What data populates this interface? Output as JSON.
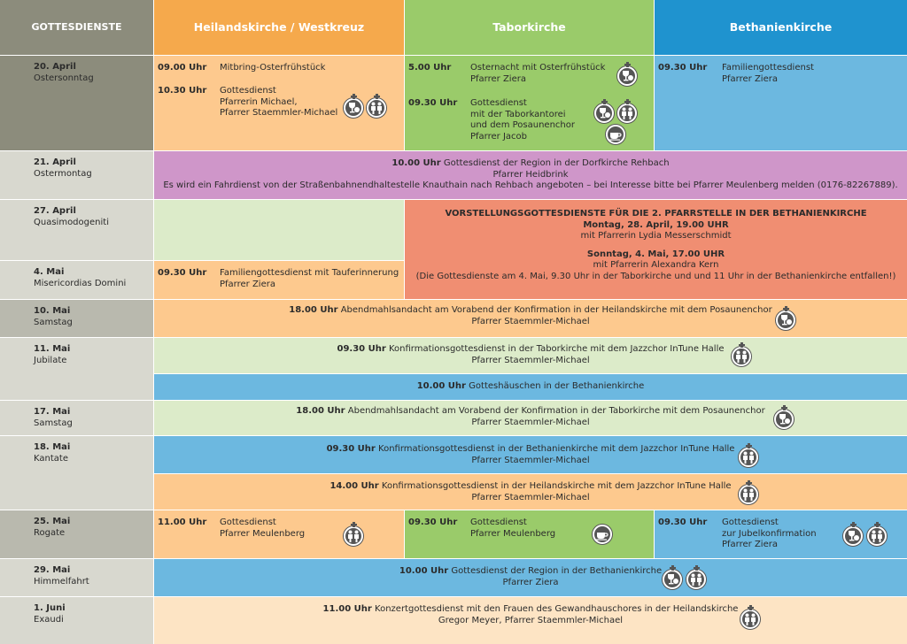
{
  "colors": {
    "orange": "#f5a94c",
    "orange_light": "#fdc98e",
    "green": "#9acb6a",
    "green_light": "#dcebc9",
    "blue": "#1f93cf",
    "blue_light": "#6cb8e0",
    "gray": "#8c8c7c",
    "gray_light": "#d8d8cf",
    "gray_mid": "#b9b9ae",
    "purple": "#cf96c9",
    "salmon": "#f08e72",
    "peach": "#fde4c4"
  },
  "header": {
    "title": "GOTTESDIENSTE",
    "col1": "Heilandskirche / Westkreuz",
    "col2": "Taborkirche",
    "col3": "Bethanienkirche"
  },
  "rows": {
    "r1": {
      "date": "20. April",
      "sunday": "Ostersonntag",
      "h1": {
        "time": "09.00 Uhr",
        "desc": "Mitbring-Osterfrühstück"
      },
      "h2": {
        "time": "10.30 Uhr",
        "l1": "Gottesdienst",
        "l2": "Pfarrerin Michael,",
        "l3": "Pfarrer Staemmler-Michael"
      },
      "t1": {
        "time": "5.00 Uhr",
        "l1": "Osternacht mit Osterfrühstück",
        "l2": "Pfarrer Ziera"
      },
      "t2": {
        "time": "09.30 Uhr",
        "l1": "Gottesdienst",
        "l2": "mit der Taborkantorei",
        "l3": "und dem Posaunenchor",
        "l4": "Pfarrer Jacob"
      },
      "b1": {
        "time": "09.30 Uhr",
        "l1": "Familiengottesdienst",
        "l2": "Pfarrer Ziera"
      }
    },
    "r2": {
      "date": "21. April",
      "sunday": "Ostermontag",
      "time": "10.00 Uhr",
      "l1": " Gottesdienst der Region in der Dorfkirche Rehbach",
      "l2": "Pfarrer Heidbrink",
      "l3": "Es wird ein Fahrdienst von der Straßenbahnendhaltestelle Knauthain nach Rehbach angeboten – bei Interesse bitte bei Pfarrer Meulenberg melden (0176-82267889)."
    },
    "r3": {
      "date": "27. April",
      "sunday": "Quasimodogeniti",
      "title": "VORSTELLUNGSGOTTESDIENSTE FÜR DIE  2. PFARRSTELLE IN DER BETHANIENKIRCHE",
      "d1": "Montag, 28. April, 19.00 UHR",
      "p1": "mit Pfarrerin Lydia Messerschmidt",
      "d2": "Sonntag, 4. Mai, 17.00 UHR",
      "p2": "mit Pfarrerin Alexandra Kern",
      "note": "(Die Gottesdienste am 4. Mai, 9.30 Uhr in der Taborkirche und und 11 Uhr in der Bethanienkirche entfallen!)"
    },
    "r4": {
      "date": "4. Mai",
      "sunday": "Misericordias Domini",
      "time": "09.30 Uhr",
      "l1": "Familiengottesdienst mit Tauferinnerung",
      "l2": "Pfarrer Ziera"
    },
    "r5": {
      "date": "10. Mai",
      "sunday": "Samstag",
      "time": "18.00 Uhr",
      "l1": " Abendmahlsandacht am Vorabend der Konfirmation in der Heilandskirche mit dem Posaunenchor",
      "l2": "Pfarrer Staemmler-Michael"
    },
    "r6": {
      "date": "11. Mai",
      "sunday": "Jubilate",
      "time": "09.30 Uhr",
      "l1": " Konfirmationsgottesdienst in der Taborkirche mit dem Jazzchor InTune Halle",
      "l2": "Pfarrer Staemmler-Michael",
      "time2": "10.00 Uhr",
      "l3": " Gotteshäuschen in der Bethanienkirche"
    },
    "r7": {
      "date": "17. Mai",
      "sunday": "Samstag",
      "time": "18.00 Uhr",
      "l1": " Abendmahlsandacht am Vorabend der Konfirmation in der Taborkirche mit dem Posaunenchor",
      "l2": "Pfarrer Staemmler-Michael"
    },
    "r8": {
      "date": "18. Mai",
      "sunday": "Kantate",
      "time": "09.30 Uhr",
      "l1": " Konfirmationsgottesdienst in der Bethanienkirche mit dem Jazzchor InTune Halle",
      "l2": "Pfarrer Staemmler-Michael",
      "time2": "14.00 Uhr",
      "l3": " Konfirmationsgottesdienst in der Heilandskirche mit dem Jazzchor InTune Halle",
      "l4": "Pfarrer Staemmler-Michael"
    },
    "r9": {
      "date": "25. Mai",
      "sunday": "Rogate",
      "h": {
        "time": "11.00 Uhr",
        "l1": "Gottesdienst",
        "l2": "Pfarrer Meulenberg"
      },
      "t": {
        "time": "09.30 Uhr",
        "l1": "Gottesdienst",
        "l2": "Pfarrer Meulenberg"
      },
      "b": {
        "time": "09.30 Uhr",
        "l1": "Gottesdienst",
        "l2": "zur Jubelkonfirmation",
        "l3": "Pfarrer Ziera"
      }
    },
    "r10": {
      "date": "29. Mai",
      "sunday": "Himmelfahrt",
      "time": "10.00 Uhr",
      "l1": " Gottesdienst der Region in der Bethanienkirche",
      "l2": "Pfarrer Ziera"
    },
    "r11": {
      "date": "1. Juni",
      "sunday": "Exaudi",
      "time": "11.00 Uhr",
      "l1": " Konzertgottesdienst mit den Frauen des Gewandhauschores in der Heilandskirche",
      "l2": "Gregor Meyer, Pfarrer Staemmler-Michael"
    }
  },
  "icons": [
    "communion-icon",
    "children-icon",
    "coffee-icon"
  ]
}
